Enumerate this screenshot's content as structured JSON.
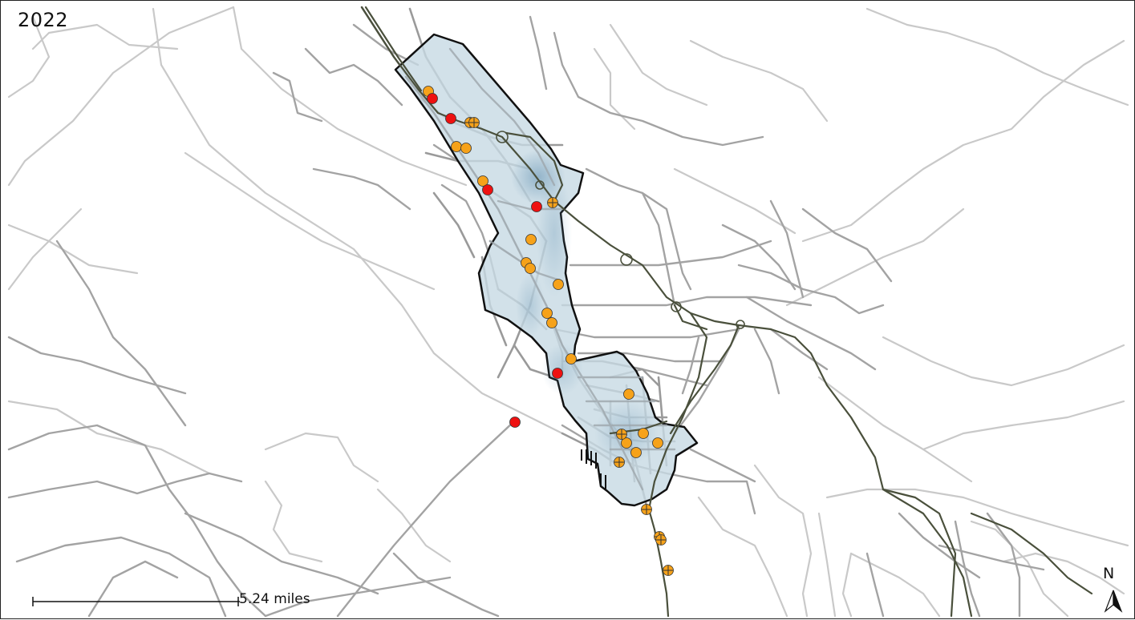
{
  "map": {
    "year": "2022",
    "scale_label": "5.24 miles",
    "north_label": "N"
  },
  "colors": {
    "study_area_fill": "#c9dbe6",
    "study_area_outline": "#111111",
    "road_major": "#a8a8a8",
    "road_minor": "#c6c6c6",
    "rail_line": "#4a4f3a",
    "marker_orange": "#f6a21a",
    "marker_red": "#ee1111",
    "marker_outline": "#333333"
  },
  "legend_symbols": [
    "orange-circle-marker",
    "red-circle-marker",
    "orange-crossed-circle-marker"
  ]
}
